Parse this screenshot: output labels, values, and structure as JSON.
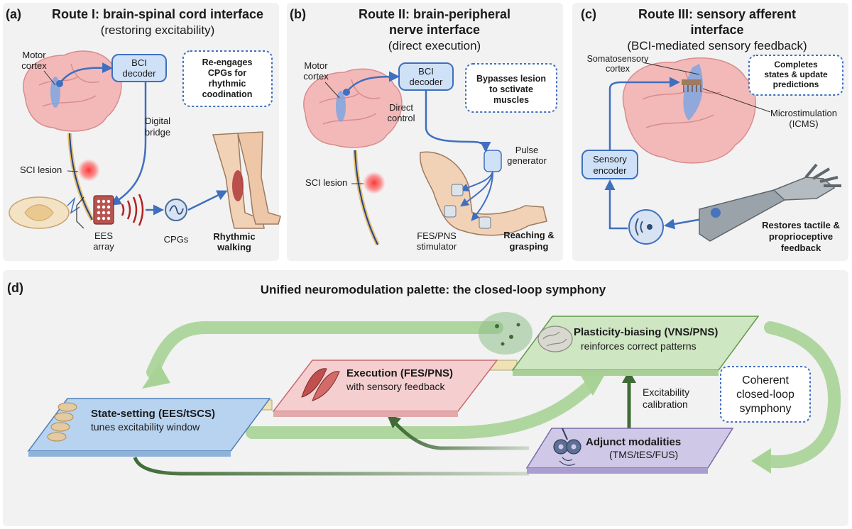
{
  "panel_a": {
    "letter": "(a)",
    "title": "Route I: brain-spinal cord interface",
    "subtitle": "(restoring excitability)",
    "motor_cortex": [
      "Motor",
      "cortex"
    ],
    "bci_decoder": [
      "BCI",
      "decoder"
    ],
    "callout": [
      "Re-engages",
      "CPGs for",
      "rhythmic",
      "coodination"
    ],
    "digital_bridge": [
      "Digital",
      "bridge"
    ],
    "sci_lesion": "SCI lesion",
    "ees_array": [
      "EES",
      "array"
    ],
    "cpgs": "CPGs",
    "rhythmic_walking": [
      "Rhythmic",
      "walking"
    ]
  },
  "panel_b": {
    "letter": "(b)",
    "title": [
      "Route II: brain-peripheral",
      "nerve interface"
    ],
    "subtitle": "(direct execution)",
    "motor_cortex": [
      "Motor",
      "cortex"
    ],
    "bci_decoder": [
      "BCI",
      "decoder"
    ],
    "callout": [
      "Bypasses lesion",
      "to sctivate",
      "muscles"
    ],
    "direct_control": [
      "Direct",
      "control"
    ],
    "pulse_generator": [
      "Pulse",
      "generator"
    ],
    "sci_lesion": "SCI lesion",
    "stimulator": [
      "FES/PNS",
      "stimulator"
    ],
    "reaching": [
      "Reaching &",
      "grasping"
    ]
  },
  "panel_c": {
    "letter": "(c)",
    "title": [
      "Route III: sensory afferent",
      "interface"
    ],
    "subtitle": "(BCI-mediated sensory feedback)",
    "somatosensory": [
      "Somatosensory",
      "cortex"
    ],
    "callout": [
      "Completes",
      "states & update",
      "predictions"
    ],
    "microstim": [
      "Microstimulation",
      "(ICMS)"
    ],
    "encoder": [
      "Sensory",
      "encoder"
    ],
    "restores": [
      "Restores tactile &",
      "proprioceptive",
      "feedback"
    ]
  },
  "panel_d": {
    "letter": "(d)",
    "title": "Unified neuromodulation palette: the closed-loop symphony",
    "state": {
      "title": "State-setting (EES/tSCS)",
      "sub": "tunes excitability window"
    },
    "execution": {
      "title": "Execution (FES/PNS)",
      "sub": "with sensory feedback"
    },
    "plasticity": {
      "title": "Plasticity-biasing (VNS/PNS)",
      "sub": "reinforces correct patterns"
    },
    "adjunct": {
      "title": "Adjunct modalities",
      "sub": "(TMS/tES/FUS)"
    },
    "excitability": [
      "Excitability",
      "calibration"
    ],
    "coherent": [
      "Coherent",
      "closed-loop",
      "symphony"
    ]
  },
  "colors": {
    "route_blue": "#3f6fbf",
    "state_blue": "#b8d3ef",
    "execution_pink": "#f5cfd0",
    "plasticity_green": "#cfe6c2",
    "adjunct_purple": "#cfc8e6",
    "dark_green": "#3f6b35",
    "light_green": "#a9d396"
  }
}
